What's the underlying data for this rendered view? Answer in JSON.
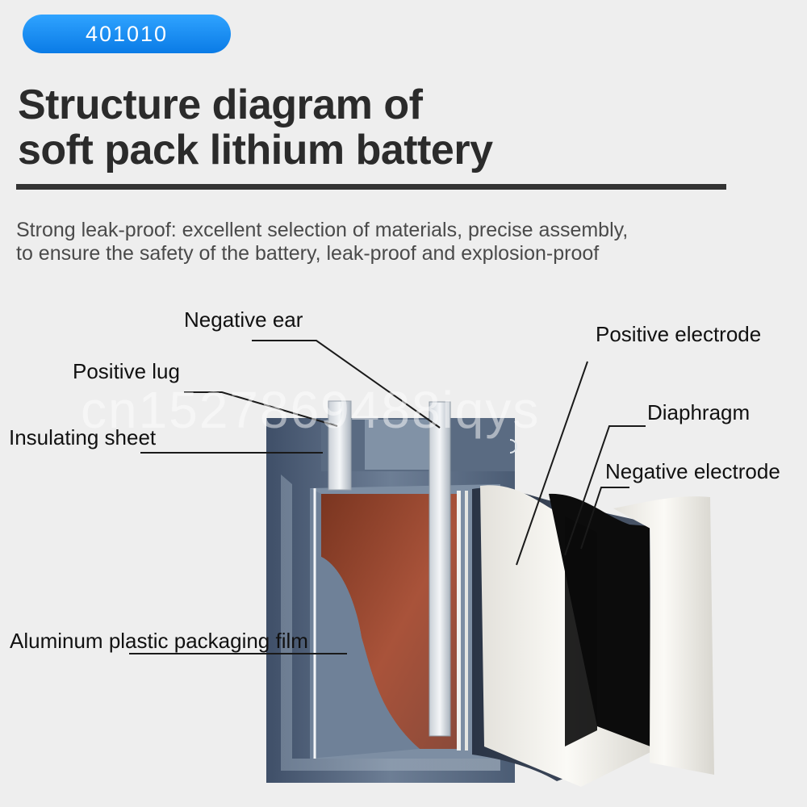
{
  "badge": {
    "text": "401010"
  },
  "title": {
    "line1": "Structure diagram of",
    "line2": "soft pack lithium battery"
  },
  "description": "Strong leak-proof: excellent selection of materials, precise assembly, to ensure the safety of the battery, leak-proof and explosion-proof",
  "watermark": "cn1527869488iqys",
  "labels": {
    "negative_ear": "Negative ear",
    "positive_lug": "Positive lug",
    "insulating_sheet": "Insulating sheet",
    "aluminum_film": "Aluminum plastic packaging film",
    "positive_electrode": "Positive electrode",
    "diaphragm": "Diaphragm",
    "negative_electrode": "Negative electrode"
  },
  "colors": {
    "badge": "#1590f5",
    "title": "#2b2b2b",
    "casing": "#55677f",
    "positive_electrode": "#8c4027",
    "negative_electrode": "#0a0a0a",
    "diaphragm": "#f2f0ea"
  }
}
